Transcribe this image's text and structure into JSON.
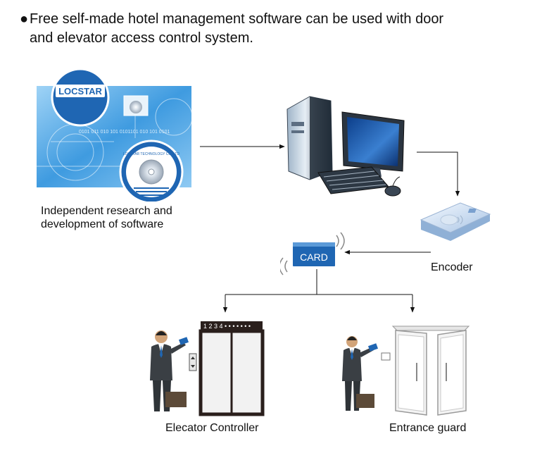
{
  "headline": {
    "bullet": "●",
    "line1": "Free self-made hotel management software can be used with door",
    "line2": "and elevator access control system."
  },
  "software": {
    "brand": "LOCSTAR",
    "disc_text": "LOCSTAR TECHNOLOGY CO.,LTD",
    "caption_line1": "Independent research and",
    "caption_line2": "development of software",
    "binary_text": "0101 011 010 101 0101101 010 101 0101"
  },
  "encoder": {
    "label": "Encoder"
  },
  "card": {
    "label": "CARD",
    "color": "#1f66b3"
  },
  "elevator": {
    "label": "Elecator Controller",
    "floor_display": "1 2 3 4 • • • • • • •"
  },
  "entrance": {
    "label": "Entrance guard"
  },
  "colors": {
    "accent_blue": "#1f66b3",
    "software_bg": "#3f9be0",
    "door_frame": "#2a1f1c"
  }
}
